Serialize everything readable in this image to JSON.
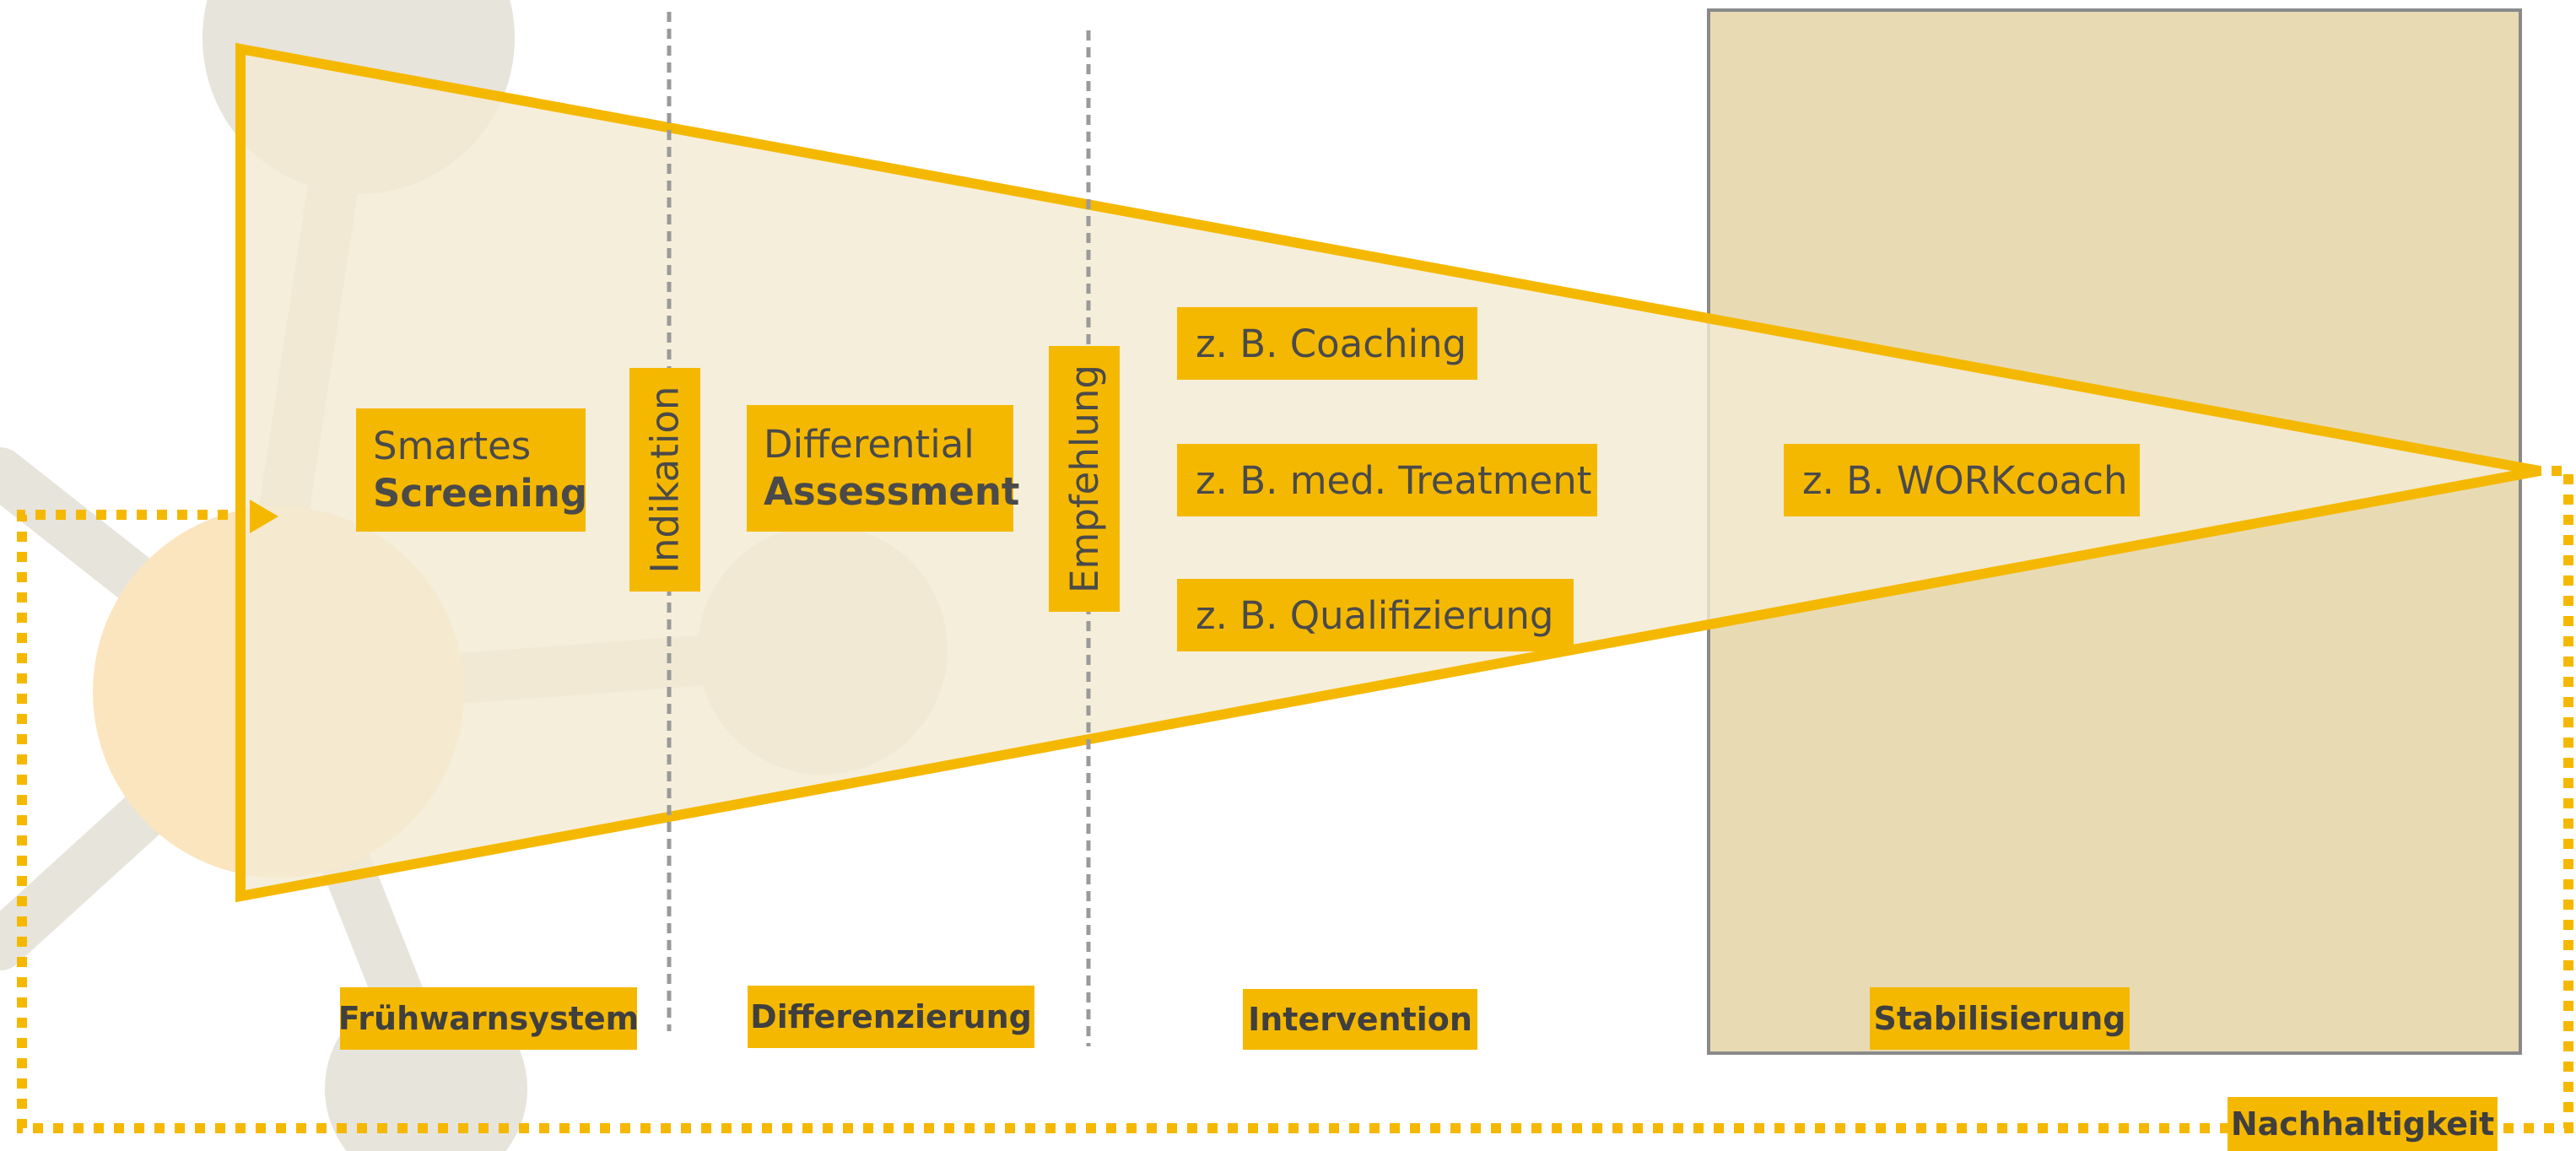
{
  "diagram": {
    "stage_labels": {
      "screening_line1": "Smartes",
      "screening_line2": "Screening",
      "indikation": "Indikation",
      "assessment_line1": "Differential",
      "assessment_line2": "Assessment",
      "empfehlung": "Empfehlung"
    },
    "interventions": [
      "z. B. Coaching",
      "z. B. med. Treatment",
      "z. B. Qualifizierung"
    ],
    "stabilization_item": "z. B. WORKcoach",
    "phases": [
      "Frühwarnsystem",
      "Differenzierung",
      "Intervention",
      "Stabilisierung"
    ],
    "sustainability": "Nachhaltigkeit"
  },
  "colors": {
    "accent": "#f5b800",
    "funnel_fill": "#f6f0e2",
    "stabilization_fill": "#e8dbb4",
    "background_network": "#e7e4dc",
    "background_node_orange": "#fbe5bf",
    "text": "#4a4a4a"
  }
}
